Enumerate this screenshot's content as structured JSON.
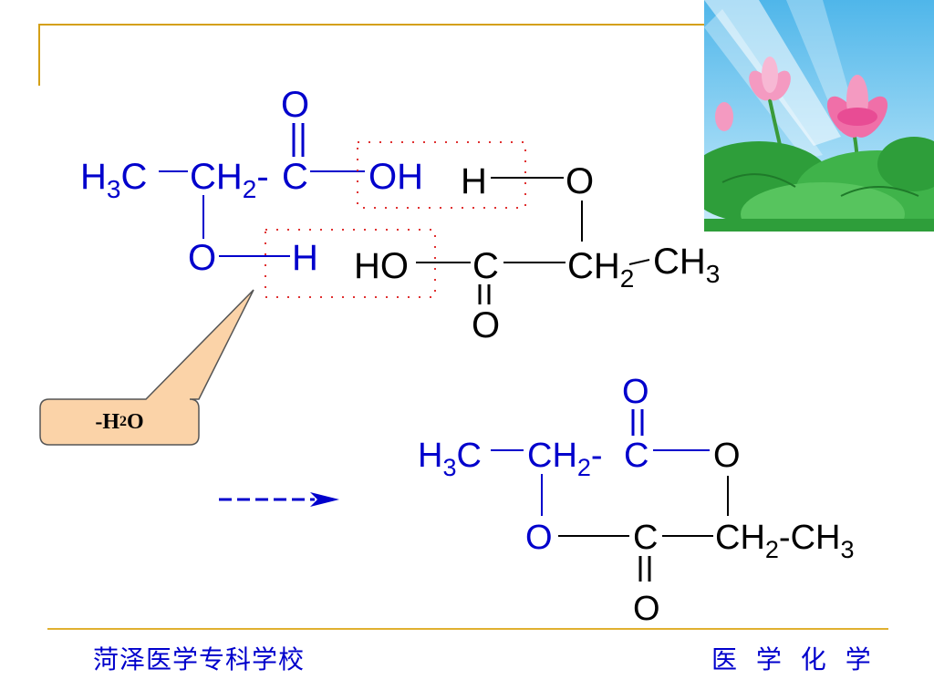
{
  "footer": {
    "left": "菏泽医学专科学校",
    "right": "医 学 化 学"
  },
  "callout": {
    "label": "-H2O"
  },
  "colors": {
    "blue": "#0000cc",
    "black": "#000000",
    "gold": "#d4a017",
    "red_dots": "#e03030",
    "callout_fill": "#fbd3a8"
  }
}
